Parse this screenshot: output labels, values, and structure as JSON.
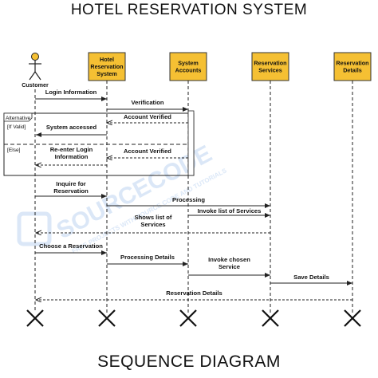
{
  "title": "HOTEL RESERVATION SYSTEM",
  "footer": "SEQUENCE DIAGRAM",
  "colors": {
    "box_fill": "#f5c033",
    "box_stroke": "#333333",
    "line": "#222222",
    "watermark": "#cfe0f5"
  },
  "watermark": {
    "main": "SOURCECODE",
    "sub": "FREE PROJECTS WITH SOURCE CODE AND TUTORIALS"
  },
  "actor": {
    "label": "Customer",
    "icon": "stick-figure-icon"
  },
  "lifelines": [
    {
      "id": "hotel",
      "lines": [
        "Hotel",
        "Reservation",
        "System"
      ]
    },
    {
      "id": "accounts",
      "lines": [
        "System",
        "Accounts"
      ]
    },
    {
      "id": "services",
      "lines": [
        "Reservation",
        "Services"
      ]
    },
    {
      "id": "details",
      "lines": [
        "Reservation",
        "Details"
      ]
    }
  ],
  "fragment": {
    "tag": "Alternative",
    "guards": [
      "[If Valid]",
      "[Else]"
    ]
  },
  "messages": [
    {
      "from": "customer",
      "to": "hotel",
      "type": "sync",
      "lines": [
        "Login Information"
      ]
    },
    {
      "from": "hotel",
      "to": "accounts",
      "type": "sync",
      "lines": [
        "Verification"
      ]
    },
    {
      "from": "accounts",
      "to": "hotel",
      "type": "reply",
      "lines": [
        "Account Verified"
      ]
    },
    {
      "from": "hotel",
      "to": "customer",
      "type": "sync",
      "lines": [
        "System accessed"
      ]
    },
    {
      "from": "accounts",
      "to": "hotel",
      "type": "reply",
      "lines": [
        "Account Verified"
      ]
    },
    {
      "from": "hotel",
      "to": "customer",
      "type": "reply",
      "lines": [
        "Re-enter Login",
        "Information"
      ]
    },
    {
      "from": "customer",
      "to": "hotel",
      "type": "sync",
      "lines": [
        "Inquire for",
        "Reservation"
      ]
    },
    {
      "from": "hotel",
      "to": "services",
      "type": "sync",
      "lines": [
        "Processing"
      ]
    },
    {
      "from": "accounts",
      "to": "services",
      "type": "sync",
      "lines": [
        "Invoke list of Services"
      ]
    },
    {
      "from": "services",
      "to": "customer",
      "type": "reply",
      "lines": [
        "Shows list of",
        "Services"
      ]
    },
    {
      "from": "customer",
      "to": "hotel",
      "type": "sync",
      "lines": [
        "Choose a Reservation"
      ]
    },
    {
      "from": "hotel",
      "to": "accounts",
      "type": "sync",
      "lines": [
        "Processing Details"
      ]
    },
    {
      "from": "accounts",
      "to": "services",
      "type": "sync",
      "lines": [
        "Invoke chosen",
        "Service"
      ]
    },
    {
      "from": "services",
      "to": "details",
      "type": "sync",
      "lines": [
        "Save Details"
      ]
    },
    {
      "from": "details",
      "to": "customer",
      "type": "reply",
      "lines": [
        "Reservation Details"
      ]
    }
  ]
}
